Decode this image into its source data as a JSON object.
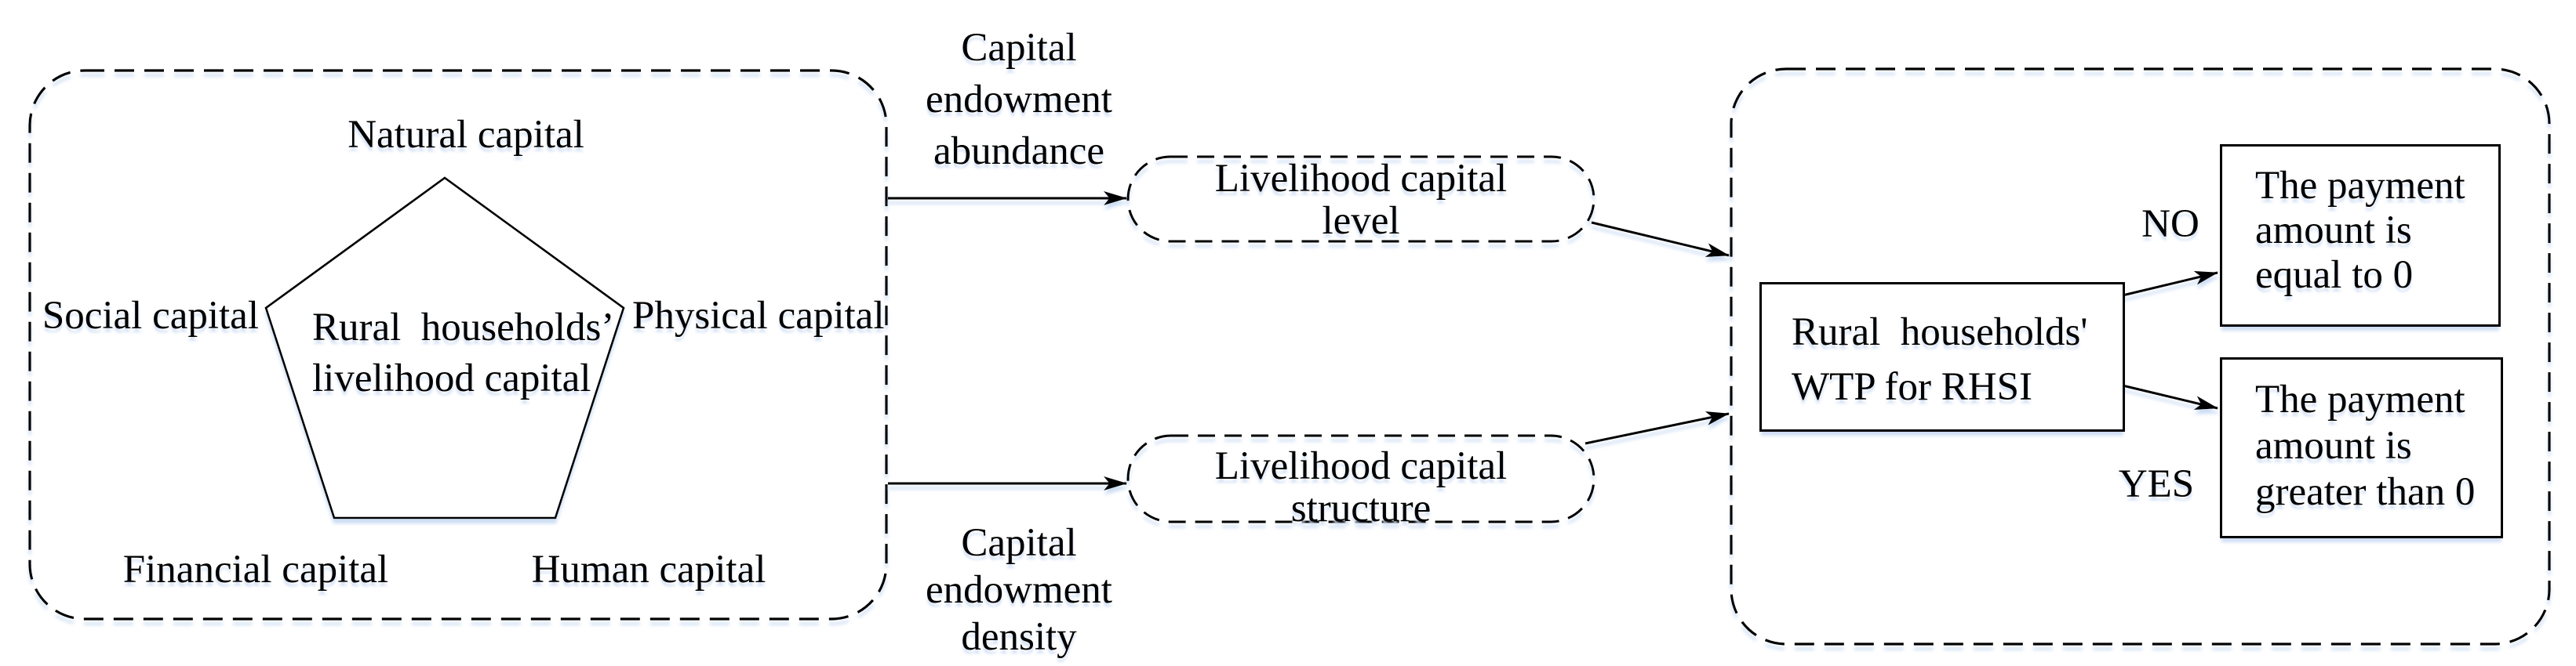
{
  "figure_type": "conceptual-flow-diagram",
  "colors": {
    "ink": "#000000",
    "background": "#ffffff",
    "shadow": "#cbdbf3"
  },
  "left_panel": {
    "pentagon_center_label": "Rural  households’\nlivelihood capital",
    "vertex_labels": {
      "top": "Natural capital",
      "left": "Social capital",
      "right": "Physical capital",
      "bottom_left": "Financial capital",
      "bottom_right": "Human capital"
    }
  },
  "mediators": {
    "top_path_label": "Capital\nendowment\nabundance",
    "top_box_label": "Livelihood capital\nlevel",
    "bottom_box_label": "Livelihood capital\nstructure",
    "bottom_path_label": "Capital\nendowment\ndensity"
  },
  "right_panel": {
    "wtp_box_label": "Rural  households'\nWTP for RHSI",
    "branch_no_label": "NO",
    "branch_yes_label": "YES",
    "outcome_no_label": "The payment\namount is\nequal to 0",
    "outcome_yes_label": "The payment\namount is\ngreater than 0"
  }
}
